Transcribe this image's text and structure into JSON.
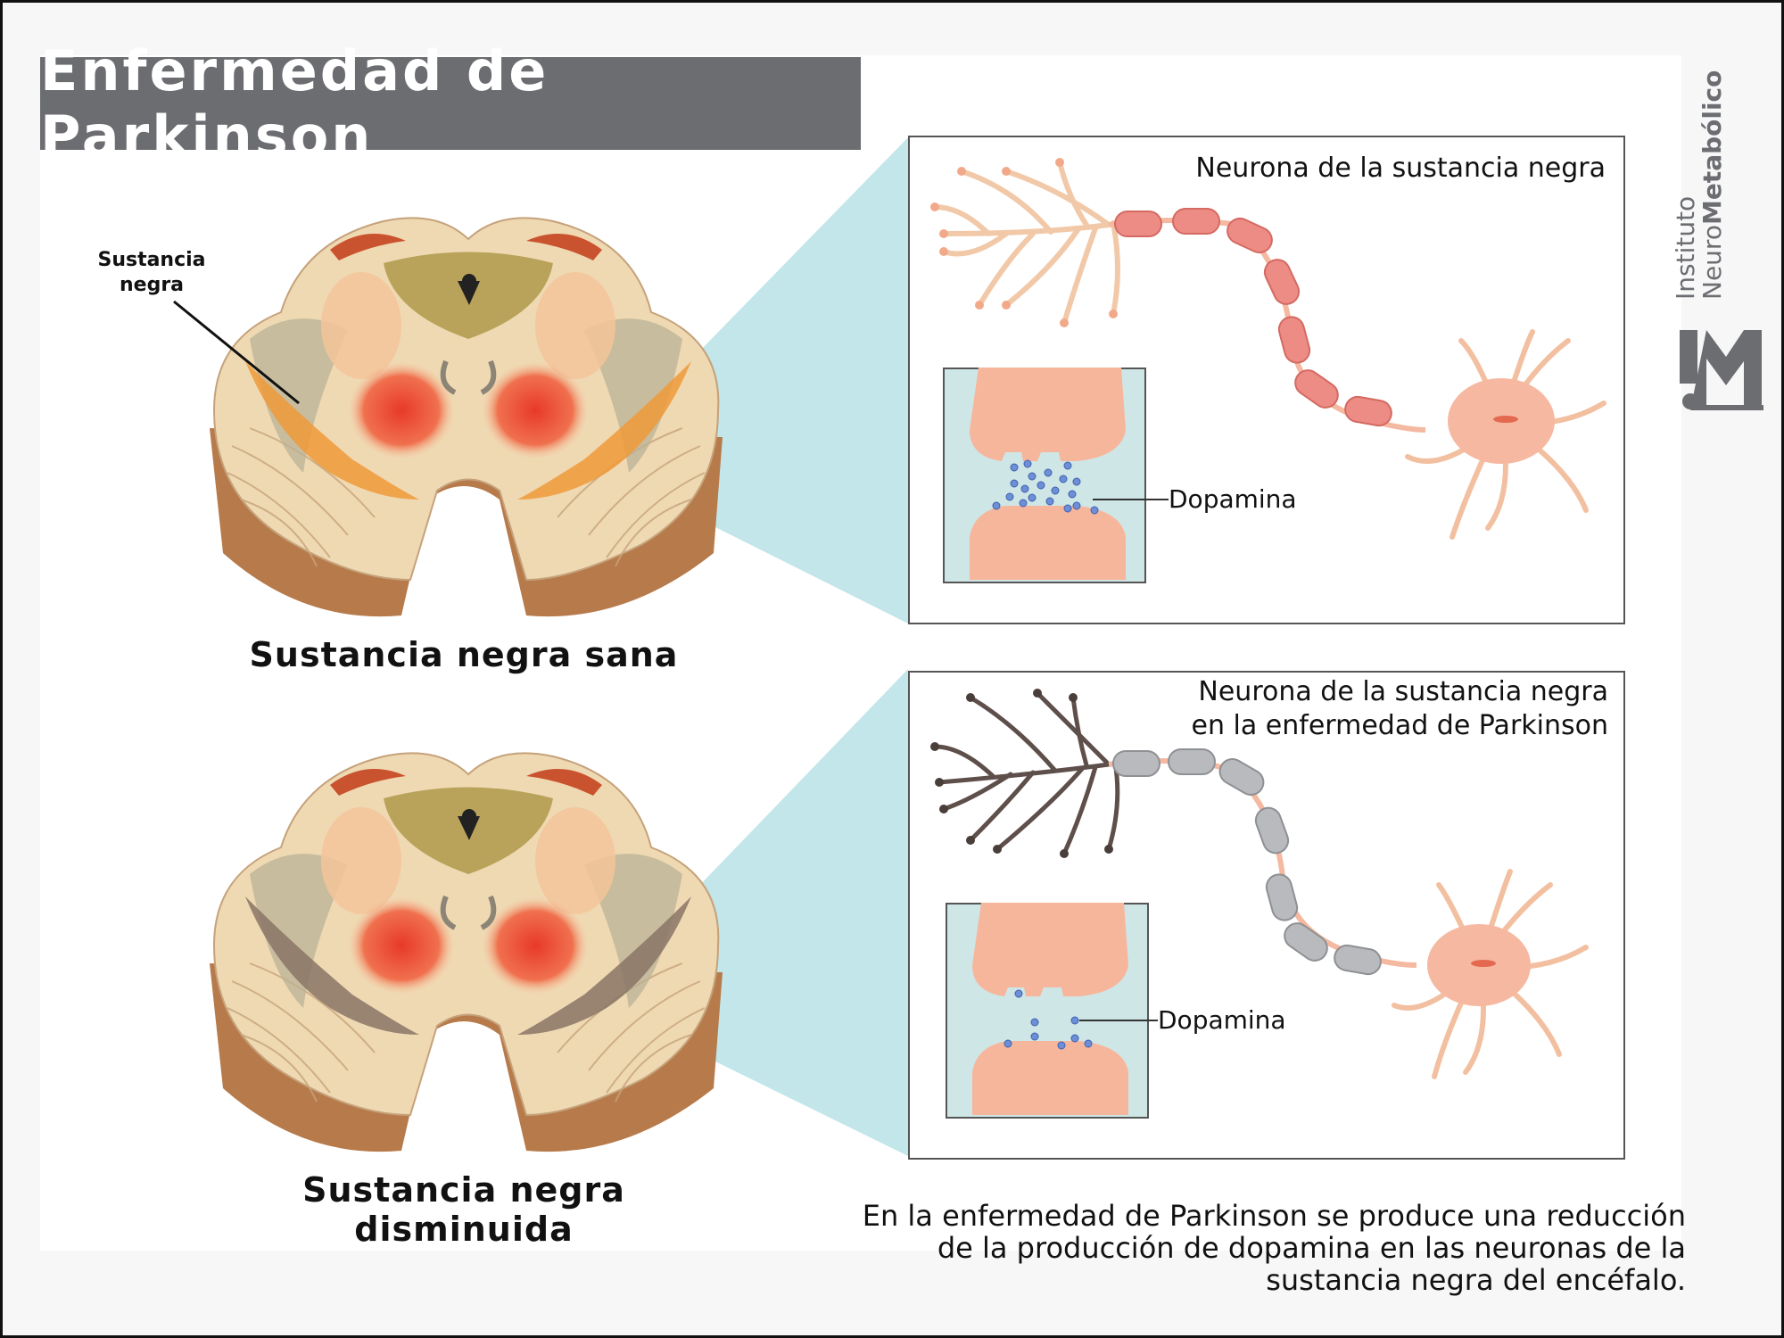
{
  "title": "Enfermedad de Parkinson",
  "labels": {
    "sustancia_negra_pointer": "Sustancia\nnegra",
    "healthy_caption": "Sustancia negra sana",
    "diseased_caption": "Sustancia negra disminuida"
  },
  "top_box": {
    "title": "Neurona de la sustancia negra",
    "dopamine_label": "Dopamina"
  },
  "bottom_box": {
    "title_line1": "Neurona de la sustancia negra",
    "title_line2": "en la enfermedad de Parkinson",
    "dopamine_label": "Dopamina"
  },
  "description": {
    "line1": "En la enfermedad de Parkinson se produce una reducción",
    "line2": "de la producción de dopamina en las neuronas de la",
    "line3": "sustancia negra del encéfalo."
  },
  "logo": {
    "line1": "Instituto",
    "line2_regular": "Neuro",
    "line2_bold": "Metabólico",
    "mark": "iNM"
  },
  "colors": {
    "title_bg": "#6b6d70",
    "cone": "#bfe5e8",
    "healthy_myelin": "#ec8c84",
    "diseased_myelin": "#b8babd",
    "dopamine": "#6c8fd6",
    "synapse_bg": "#cfe6e6"
  }
}
